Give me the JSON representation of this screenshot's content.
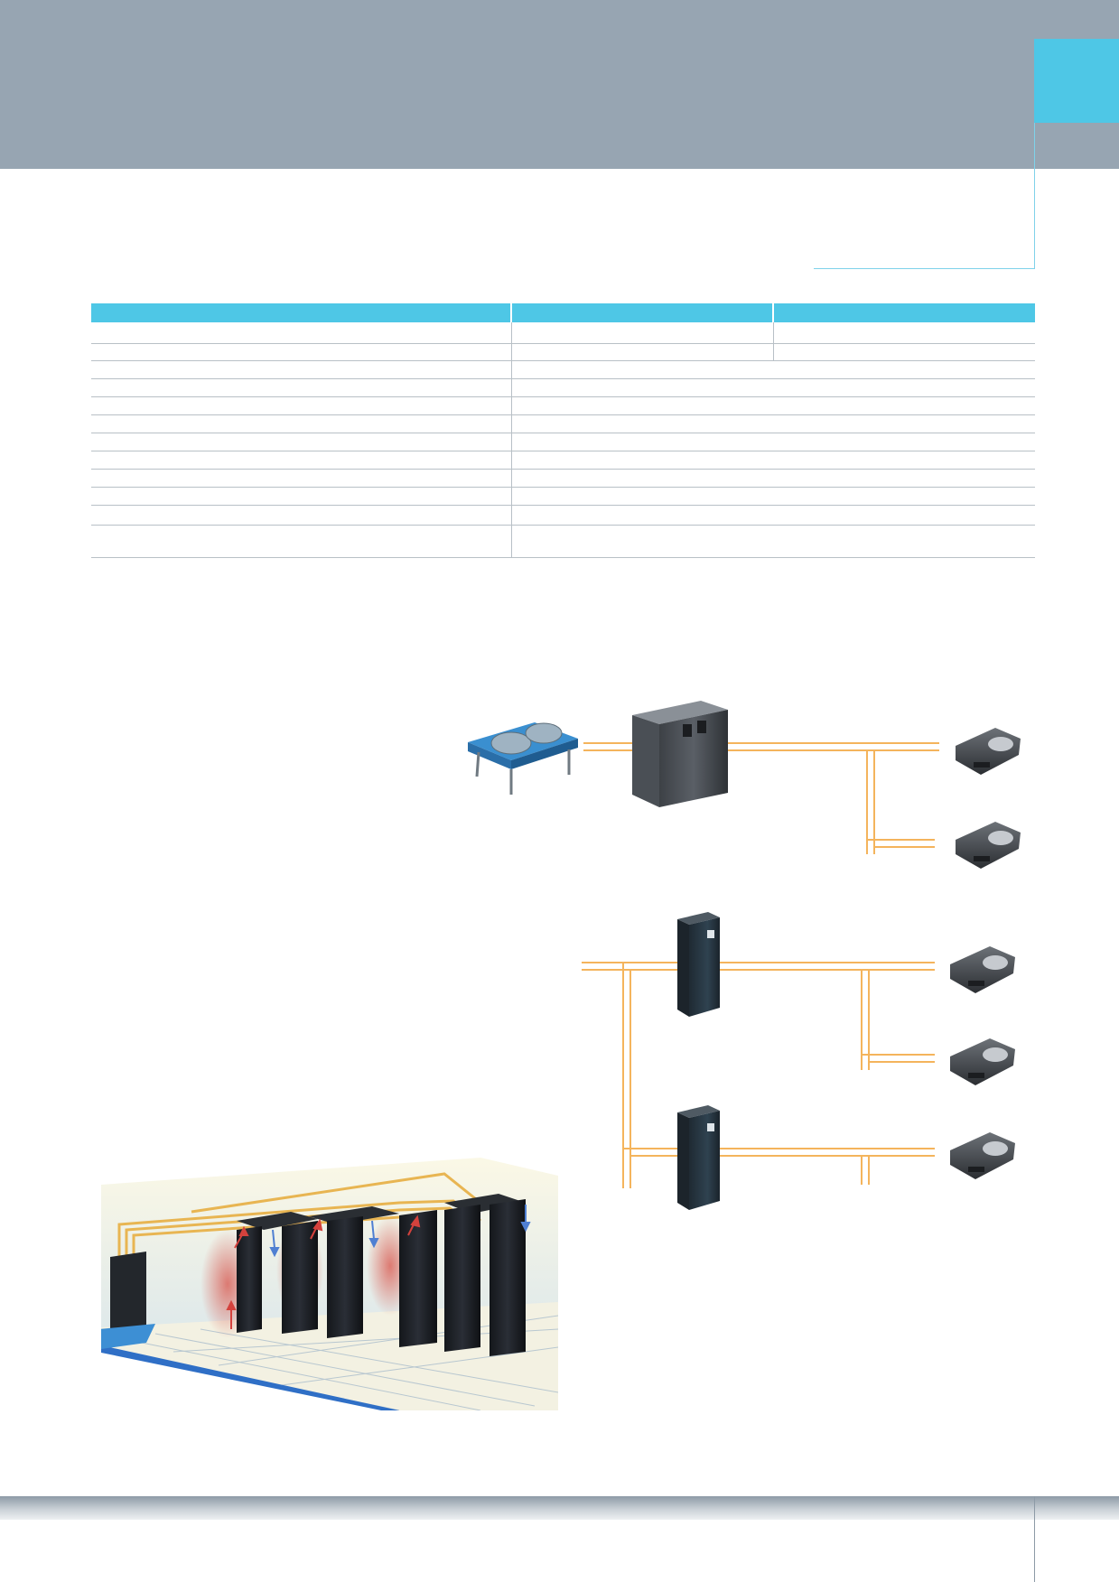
{
  "page": {
    "header_band_color": "#97a5b2",
    "accent_color": "#4ec7e6",
    "pipe_color": "#f4b45c"
  },
  "spec_table": {
    "columns": 3,
    "rows": 11,
    "header_text": [
      "",
      "",
      ""
    ],
    "cells": []
  },
  "schematic": {
    "top_system": {
      "devices": [
        "dry-cooler",
        "chiller-cabinet",
        "ceiling-unit",
        "ceiling-unit"
      ]
    },
    "bottom_system": {
      "devices": [
        "pump-cabinet",
        "pump-cabinet",
        "ceiling-unit",
        "ceiling-unit",
        "ceiling-unit"
      ]
    }
  },
  "illustration": {
    "subject": "data-center-room-with-overhead-cooling",
    "airflow_colors": {
      "hot": "#e0484a",
      "cold": "#5b86d6"
    }
  }
}
